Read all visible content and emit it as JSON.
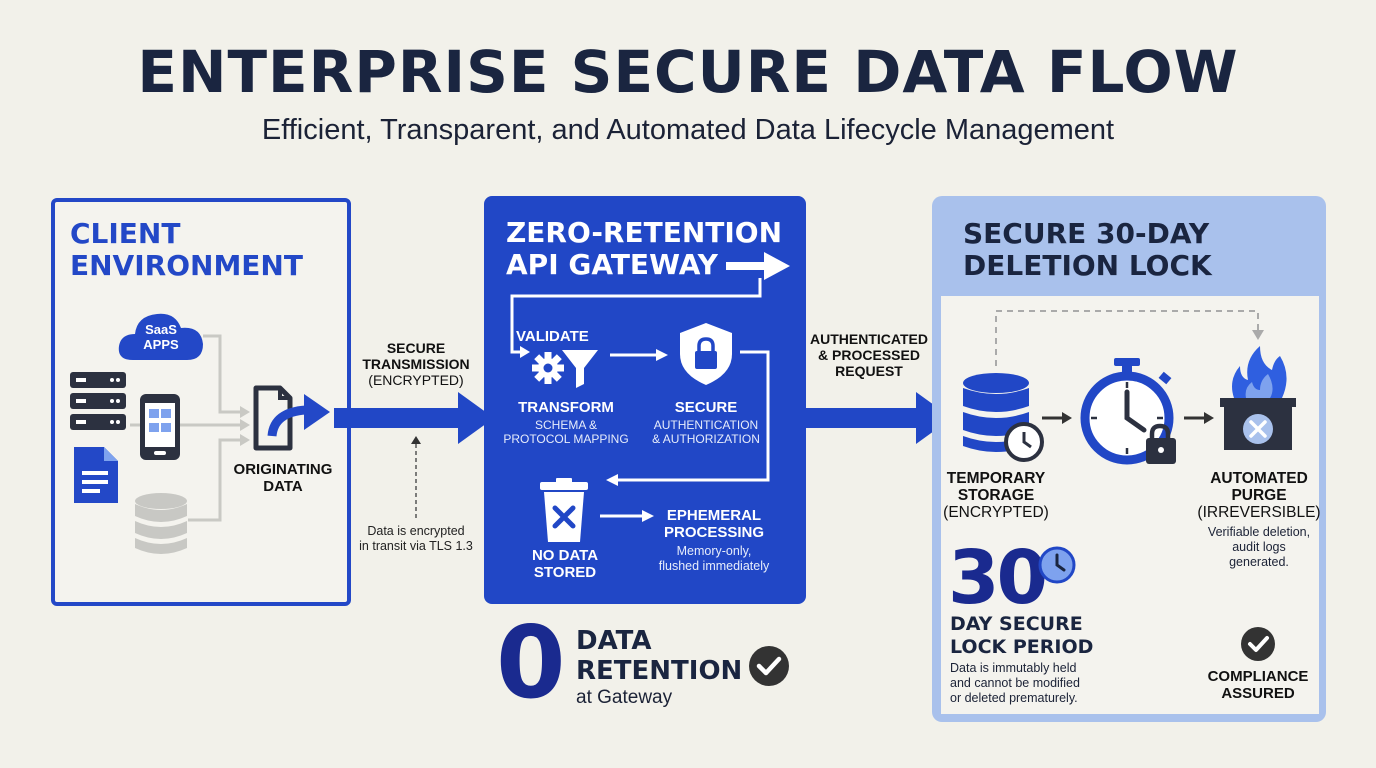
{
  "header": {
    "title": "ENTERPRISE SECURE DATA FLOW",
    "subtitle": "Efficient, Transparent, and Automated Data Lifecycle Management"
  },
  "client": {
    "title_line1": "CLIENT",
    "title_line2": "ENVIRONMENT",
    "saas_line1": "SaaS",
    "saas_line2": "APPS",
    "originating_line1": "ORIGINATING",
    "originating_line2": "DATA"
  },
  "transmission": {
    "line1": "SECURE",
    "line2": "TRANSMISSION",
    "line3": "(ENCRYPTED)",
    "note_line1": "Data is encrypted",
    "note_line2": "in transit via TLS 1.3"
  },
  "gateway": {
    "title_line1": "ZERO-RETENTION",
    "title_line2": "API GATEWAY",
    "validate": "VALIDATE",
    "transform": "TRANSFORM",
    "transform_desc_line1": "SCHEMA &",
    "transform_desc_line2": "PROTOCOL MAPPING",
    "secure": "SECURE",
    "secure_desc_line1": "AUTHENTICATION",
    "secure_desc_line2": "& AUTHORIZATION",
    "no_data_line1": "NO DATA",
    "no_data_line2": "STORED",
    "ephemeral_line1": "EPHEMERAL",
    "ephemeral_line2": "PROCESSING",
    "ephemeral_desc_line1": "Memory-only,",
    "ephemeral_desc_line2": "flushed immediately"
  },
  "retention": {
    "number": "0",
    "line1": "DATA",
    "line2": "RETENTION",
    "line3": "at Gateway"
  },
  "request": {
    "line1": "AUTHENTICATED",
    "line2": "& PROCESSED",
    "line3": "REQUEST"
  },
  "lock": {
    "title_line1": "SECURE 30-DAY",
    "title_line2": "DELETION LOCK",
    "storage_line1": "TEMPORARY",
    "storage_line2": "STORAGE",
    "storage_line3": "(ENCRYPTED)",
    "purge_line1": "AUTOMATED",
    "purge_line2": "PURGE",
    "purge_line3": "(IRREVERSIBLE)",
    "purge_desc_line1": "Verifiable deletion,",
    "purge_desc_line2": "audit logs",
    "purge_desc_line3": "generated.",
    "days_number": "30",
    "period_line1": "DAY SECURE",
    "period_line2": "LOCK PERIOD",
    "period_desc_line1": "Data is immutably held",
    "period_desc_line2": "and cannot be modified",
    "period_desc_line3": "or deleted prematurely.",
    "compliance_line1": "COMPLIANCE",
    "compliance_line2": "ASSURED"
  },
  "colors": {
    "brand_blue": "#2147c6",
    "light_blue": "#a9c1ec",
    "navy": "#1a2540",
    "background": "#f2f1ea",
    "flame": "#2f5fe0"
  },
  "icons": [
    "cloud-icon",
    "server-icon",
    "mobile-icon",
    "document-icon",
    "database-icon",
    "file-export-icon",
    "gear-icon",
    "funnel-icon",
    "shield-lock-icon",
    "trash-x-icon",
    "storage-clock-icon",
    "stopwatch-lock-icon",
    "incinerator-icon",
    "clock-icon",
    "check-circle-icon"
  ]
}
